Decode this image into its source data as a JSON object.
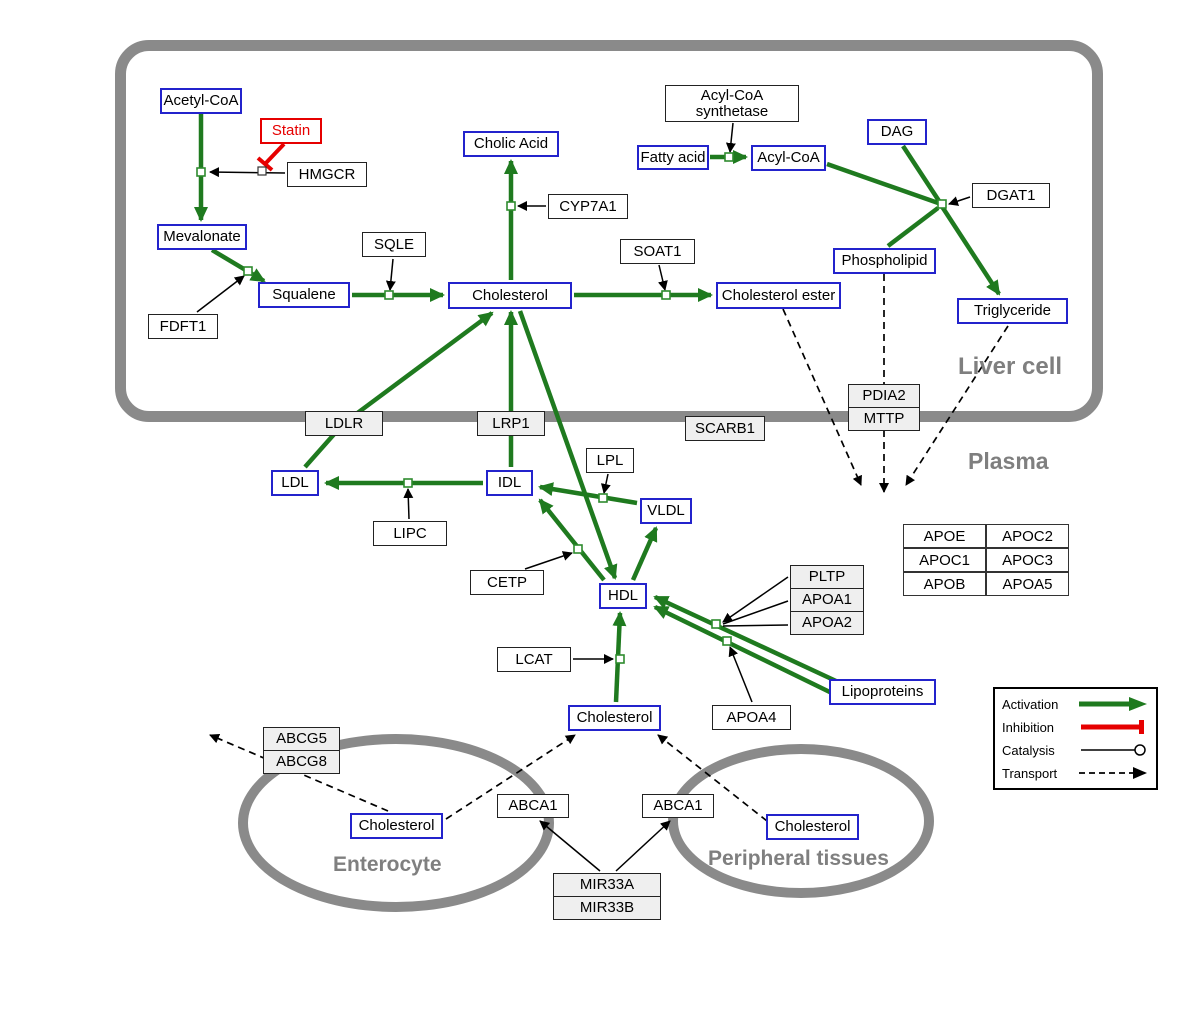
{
  "diagram": {
    "compartments": {
      "liver": "Liver cell",
      "plasma": "Plasma",
      "enterocyte": "Enterocyte",
      "peripheral": "Peripheral tissues"
    },
    "nodes": {
      "acetyl_coa": "Acetyl-CoA",
      "mevalonate": "Mevalonate",
      "squalene": "Squalene",
      "cholesterol_liver": "Cholesterol",
      "cholic_acid": "Cholic Acid",
      "fatty_acid": "Fatty acid",
      "acyl_coa": "Acyl-CoA",
      "dag": "DAG",
      "phospholipid": "Phospholipid",
      "cholesterol_ester": "Cholesterol ester",
      "triglyceride": "Triglyceride",
      "ldl": "LDL",
      "idl": "IDL",
      "vldl": "VLDL",
      "hdl": "HDL",
      "cholesterol_plasma": "Cholesterol",
      "cholesterol_enterocyte": "Cholesterol",
      "cholesterol_peripheral": "Cholesterol",
      "lipoproteins": "Lipoproteins",
      "statin": "Statin",
      "hmgcr": "HMGCR",
      "sqle": "SQLE",
      "fdft1": "FDFT1",
      "cyp7a1": "CYP7A1",
      "soat1": "SOAT1",
      "acyl_coa_synthetase": "Acyl-CoA synthetase",
      "dgat1": "DGAT1",
      "pdia2": "PDIA2",
      "mttp": "MTTP",
      "ldlr": "LDLR",
      "lrp1": "LRP1",
      "scarb1": "SCARB1",
      "lpl": "LPL",
      "lipc": "LIPC",
      "cetp": "CETP",
      "lcat": "LCAT",
      "pltp": "PLTP",
      "apoa1": "APOA1",
      "apoa2": "APOA2",
      "apoa4": "APOA4",
      "abcg5": "ABCG5",
      "abcg8": "ABCG8",
      "abca1_enterocyte": "ABCA1",
      "abca1_peripheral": "ABCA1",
      "mir33a": "MIR33A",
      "mir33b": "MIR33B"
    },
    "apo_table": [
      [
        "APOE",
        "APOC2"
      ],
      [
        "APOC1",
        "APOC3"
      ],
      [
        "APOB",
        "APOA5"
      ]
    ],
    "legend": {
      "activation": "Activation",
      "inhibition": "Inhibition",
      "catalysis": "Catalysis",
      "transport": "Transport"
    },
    "colors": {
      "activation_green": "#1f7a1f",
      "inhibition_red": "#e60000",
      "metabolite_border_blue": "#2323cc",
      "compartment_gray": "#8a8a8a"
    },
    "edges": [
      {
        "from": "acetyl_coa",
        "to": "mevalonate",
        "type": "conversion",
        "catalyst": "hmgcr"
      },
      {
        "from": "mevalonate",
        "to": "squalene",
        "type": "conversion",
        "catalyst": "fdft1"
      },
      {
        "from": "squalene",
        "to": "cholesterol_liver",
        "type": "conversion",
        "catalyst": "sqle"
      },
      {
        "from": "cholesterol_liver",
        "to": "cholic_acid",
        "type": "conversion",
        "catalyst": "cyp7a1"
      },
      {
        "from": "cholesterol_liver",
        "to": "cholesterol_ester",
        "type": "conversion",
        "catalyst": "soat1"
      },
      {
        "from": "fatty_acid",
        "to": "acyl_coa",
        "type": "conversion",
        "catalyst": "acyl_coa_synthetase"
      },
      {
        "from": "acyl_coa",
        "to": "triglyceride",
        "type": "conversion",
        "catalyst": "dgat1"
      },
      {
        "from": "dag",
        "to": "triglyceride",
        "type": "conversion",
        "catalyst": "dgat1"
      },
      {
        "from": "phospholipid",
        "to": "triglyceride",
        "type": "conversion",
        "catalyst": "dgat1"
      },
      {
        "from": "statin",
        "to": "hmgcr",
        "type": "inhibition"
      },
      {
        "from": "ldl",
        "to": "cholesterol_liver",
        "type": "activation",
        "via": "ldlr"
      },
      {
        "from": "idl",
        "to": "cholesterol_liver",
        "type": "activation",
        "via": "lrp1"
      },
      {
        "from": "vldl",
        "to": "idl",
        "type": "conversion",
        "catalyst": "lpl"
      },
      {
        "from": "idl",
        "to": "ldl",
        "type": "conversion",
        "catalyst": "lipc"
      },
      {
        "from": "cholesterol_liver",
        "to": "hdl",
        "type": "activation"
      },
      {
        "from": "hdl",
        "to": "vldl",
        "type": "activation"
      },
      {
        "from": "hdl",
        "to": "idl",
        "type": "conversion",
        "catalyst": "cetp"
      },
      {
        "from": "cholesterol_plasma",
        "to": "hdl",
        "type": "conversion",
        "catalyst": "lcat"
      },
      {
        "from": "lipoproteins",
        "to": "hdl",
        "type": "activation",
        "catalyst": "pltp, apoa1, apoa2"
      },
      {
        "from": "lipoproteins",
        "to": "hdl",
        "type": "activation",
        "catalyst": "apoa4"
      },
      {
        "from": "cholesterol_ester",
        "to": "plasma",
        "type": "transport"
      },
      {
        "from": "phospholipid",
        "to": "plasma",
        "type": "transport",
        "via": "pdia2, mttp"
      },
      {
        "from": "triglyceride",
        "to": "plasma",
        "type": "transport"
      },
      {
        "from": "cholesterol_enterocyte",
        "to": "lumen",
        "type": "transport",
        "via": "abcg5, abcg8"
      },
      {
        "from": "cholesterol_enterocyte",
        "to": "cholesterol_plasma",
        "type": "transport",
        "via": "abca1_enterocyte"
      },
      {
        "from": "cholesterol_peripheral",
        "to": "cholesterol_plasma",
        "type": "transport",
        "via": "abca1_peripheral"
      },
      {
        "from": "mir33a",
        "to": "abca1_enterocyte",
        "type": "regulation"
      },
      {
        "from": "mir33b",
        "to": "abca1_peripheral",
        "type": "regulation"
      }
    ]
  }
}
